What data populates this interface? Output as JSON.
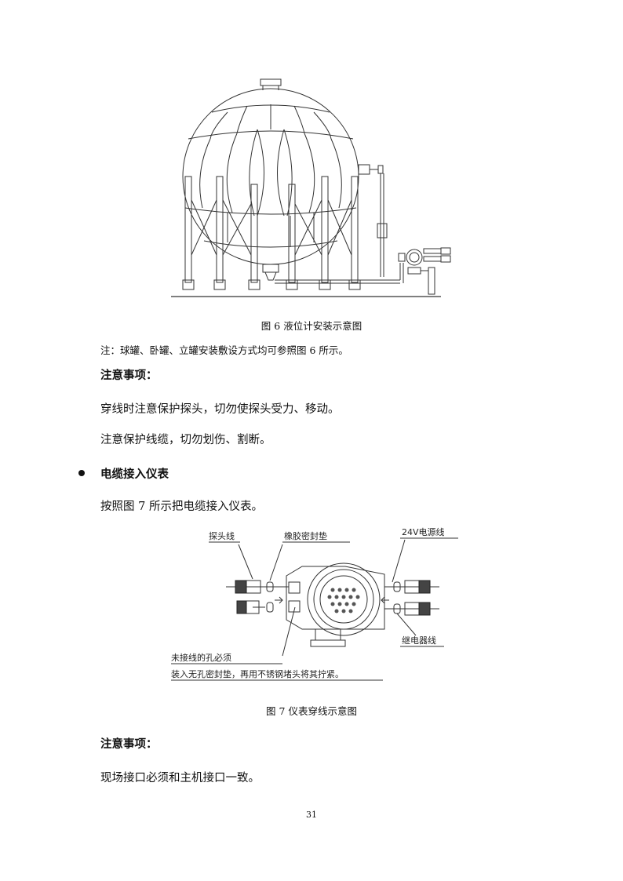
{
  "figure6": {
    "caption": "图 6  液位计安装示意图"
  },
  "note_line": "注：球罐、卧罐、立罐安装敷设方式均可参照图 6 所示。",
  "attention1": {
    "title": "注意事项：",
    "items": [
      "穿线时注意保护探头，切勿使探头受力、移动。",
      "注意保护线缆，切勿划伤、割断。"
    ]
  },
  "section": {
    "bullet_title": "电缆接入仪表",
    "intro": "按照图 7 所示把电缆接入仪表。"
  },
  "figure7": {
    "labels": {
      "probe_line": "探头线",
      "rubber_seal": "橡胶密封垫",
      "power_line": "24V电源线",
      "relay_line": "继电器线",
      "unused_hole_1": "未接线的孔必须",
      "unused_hole_2": "装入无孔密封垫，再用不锈钢堵头将其拧紧。"
    },
    "caption": "图 7  仪表穿线示意图"
  },
  "attention2": {
    "title": "注意事项：",
    "items": [
      "现场接口必须和主机接口一致。"
    ]
  },
  "page_number": "31"
}
